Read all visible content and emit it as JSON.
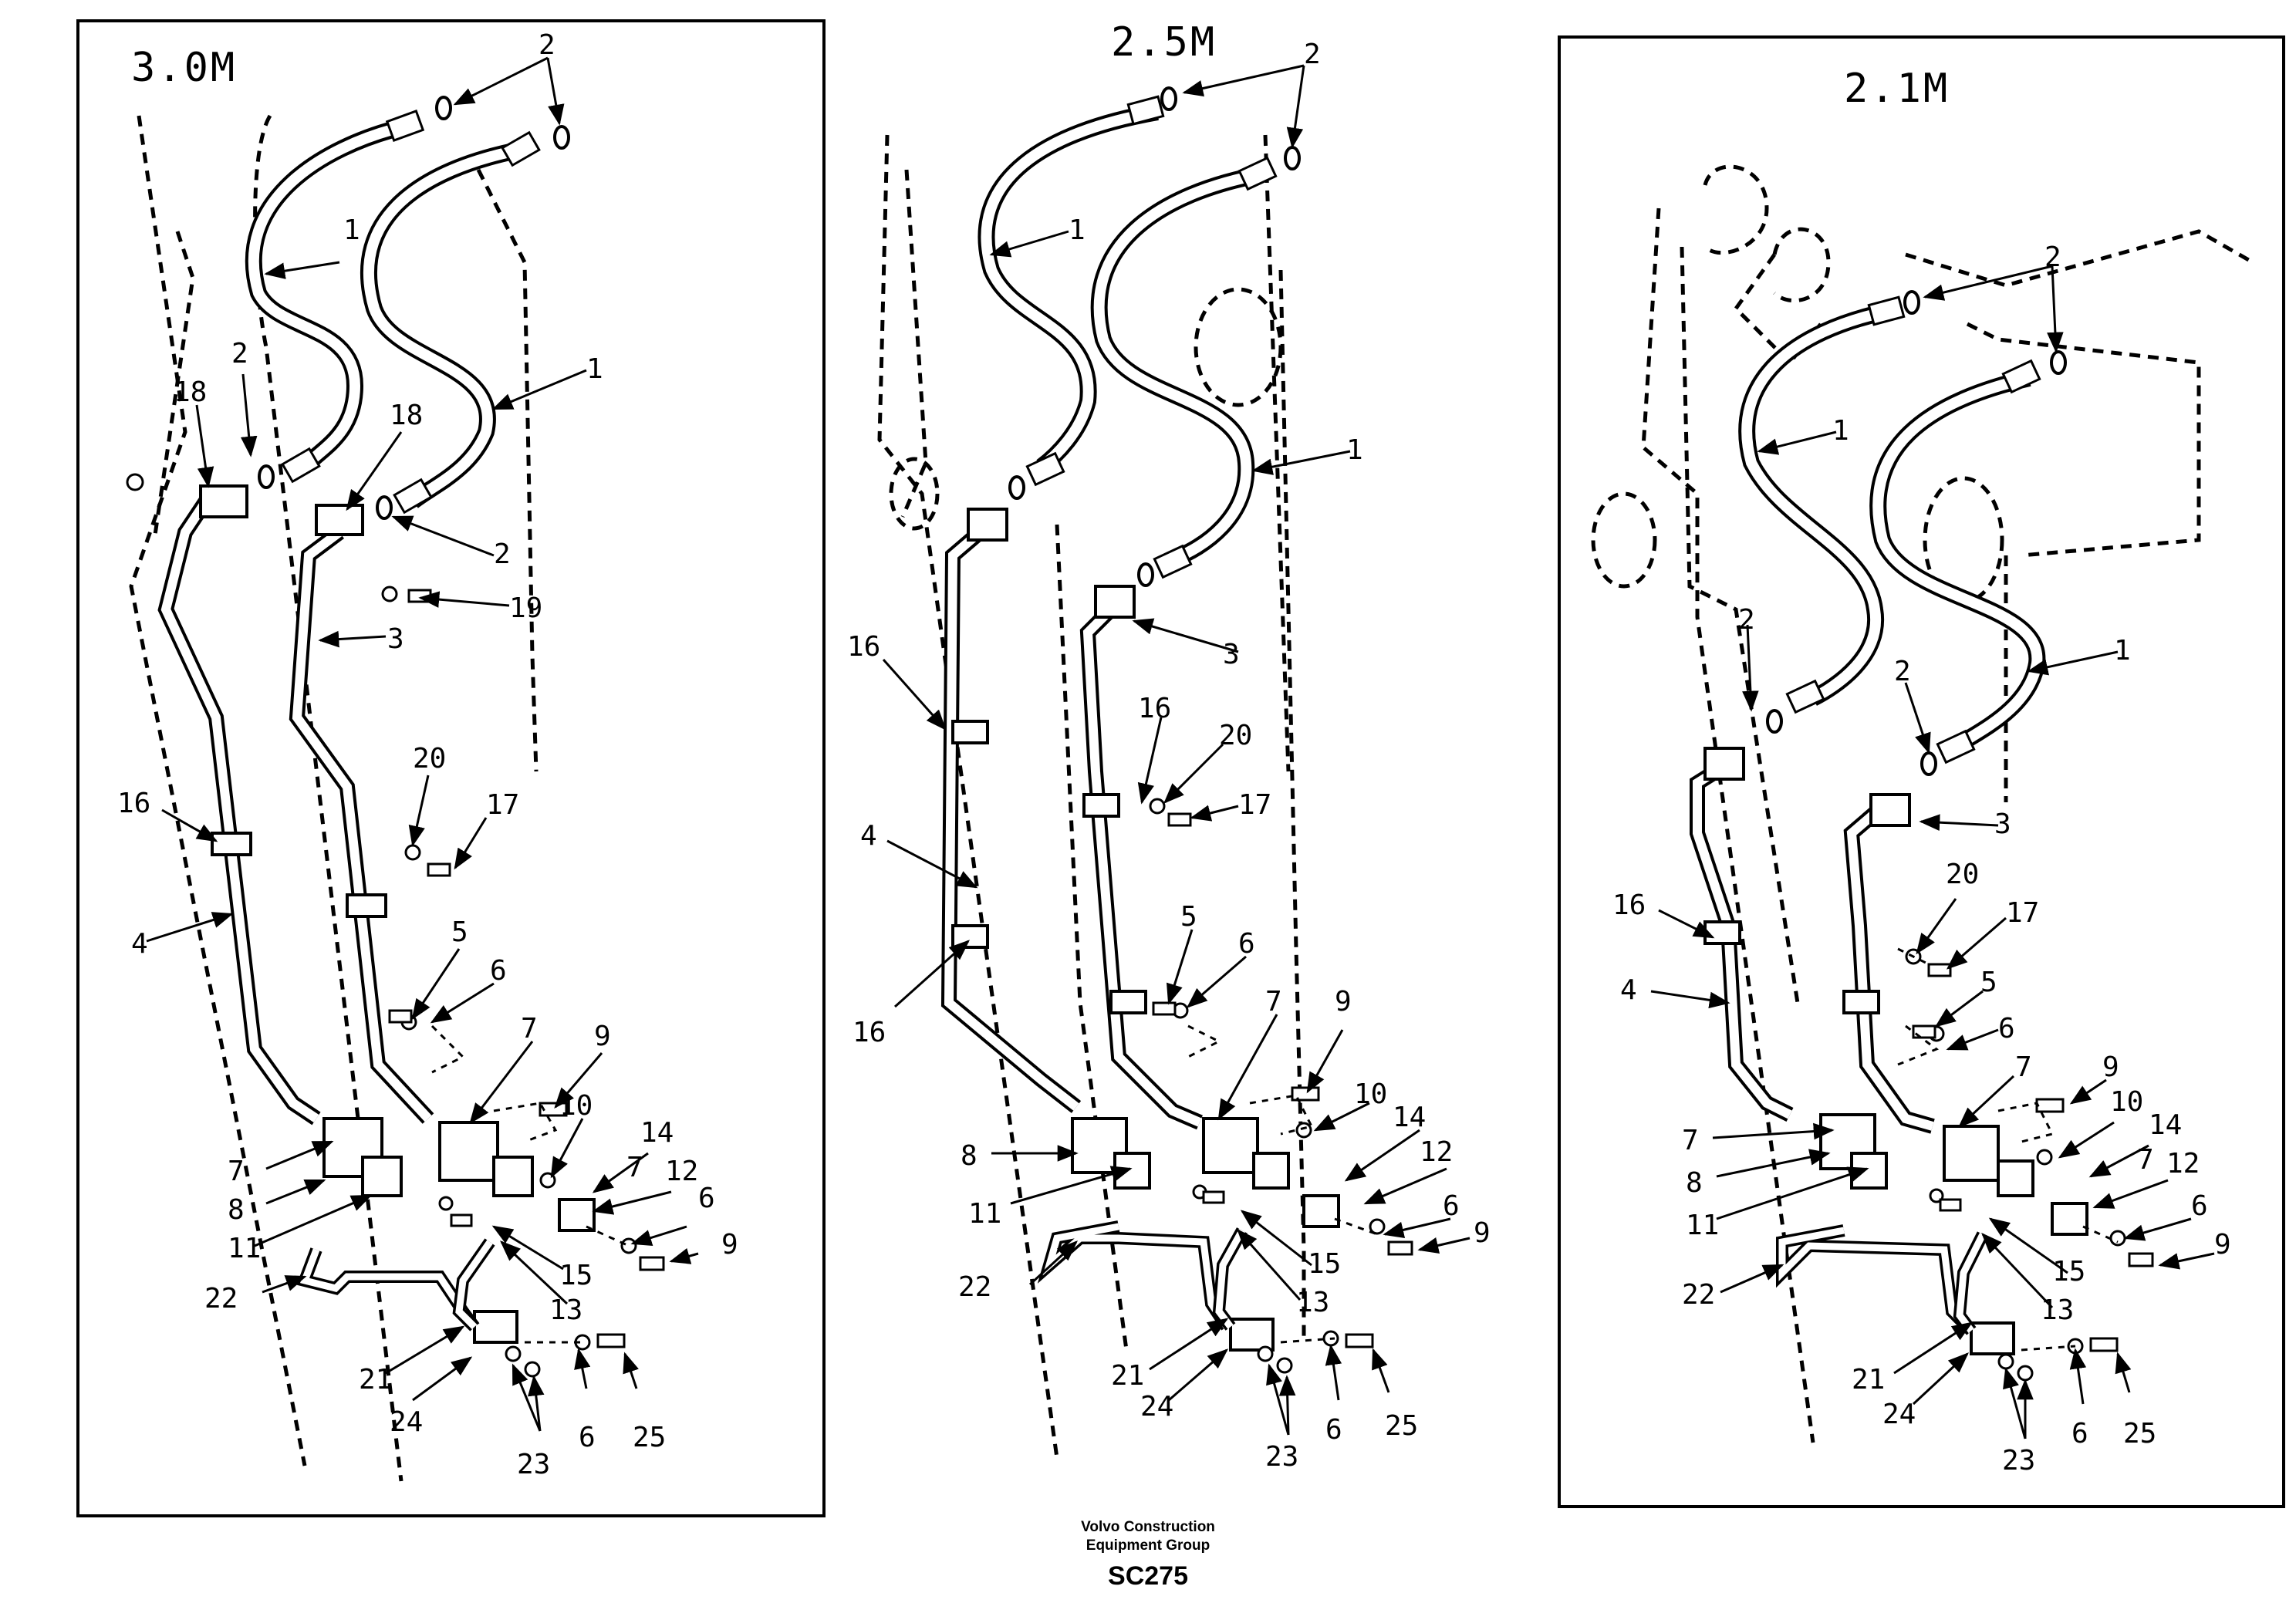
{
  "footer": {
    "company_line1": "Volvo Construction",
    "company_line2": "Equipment Group",
    "code": "SC275"
  },
  "panels": [
    {
      "title": "3.0M",
      "callouts": [
        "2",
        "1",
        "1",
        "2",
        "18",
        "18",
        "2",
        "19",
        "3",
        "20",
        "17",
        "16",
        "4",
        "5",
        "6",
        "7",
        "9",
        "10",
        "14",
        "7",
        "12",
        "7",
        "8",
        "11",
        "6",
        "9",
        "15",
        "13",
        "22",
        "21",
        "24",
        "6",
        "25",
        "23"
      ]
    },
    {
      "title": "2.5M",
      "callouts": [
        "2",
        "1",
        "1",
        "3",
        "16",
        "16",
        "20",
        "17",
        "4",
        "16",
        "5",
        "6",
        "7",
        "9",
        "10",
        "14",
        "8",
        "12",
        "6",
        "11",
        "9",
        "15",
        "13",
        "22",
        "21",
        "24",
        "6",
        "25",
        "23"
      ]
    },
    {
      "title": "2.1M",
      "callouts": [
        "2",
        "1",
        "1",
        "2",
        "2",
        "3",
        "20",
        "17",
        "16",
        "4",
        "5",
        "6",
        "9",
        "7",
        "10",
        "14",
        "7",
        "12",
        "7",
        "6",
        "8",
        "11",
        "15",
        "9",
        "13",
        "22",
        "21",
        "24",
        "6",
        "25",
        "23"
      ]
    }
  ]
}
